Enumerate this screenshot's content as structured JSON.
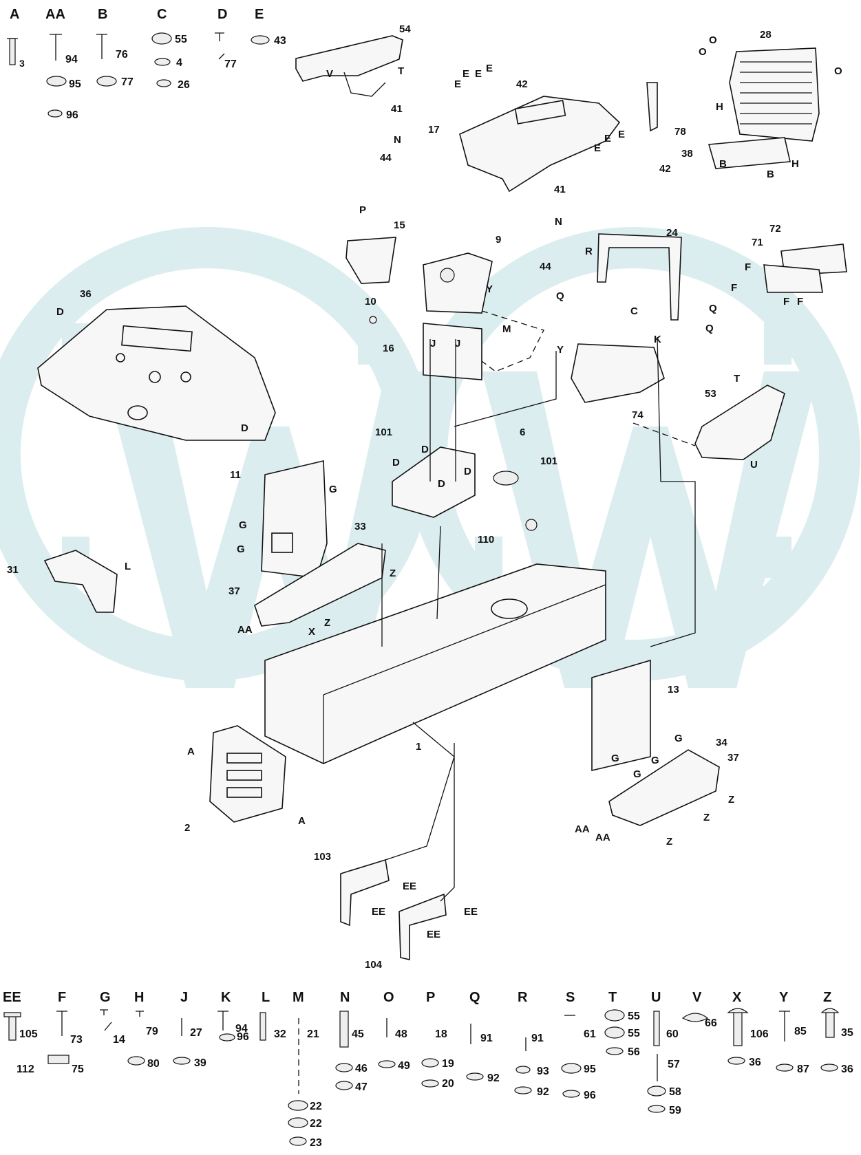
{
  "top_key": {
    "groups": [
      {
        "letter": "A",
        "parts": [
          "3"
        ]
      },
      {
        "letter": "AA",
        "parts": [
          "94",
          "95",
          "96"
        ]
      },
      {
        "letter": "B",
        "parts": [
          "76",
          "77"
        ]
      },
      {
        "letter": "C",
        "parts": [
          "55",
          "4",
          "26"
        ]
      },
      {
        "letter": "D",
        "parts": [
          "77"
        ]
      },
      {
        "letter": "E",
        "parts": [
          "43"
        ]
      }
    ]
  },
  "callouts": [
    "54",
    "V",
    "T",
    "42",
    "E",
    "E",
    "E",
    "E",
    "41",
    "17",
    "N",
    "44",
    "28",
    "O",
    "O",
    "O",
    "78",
    "H",
    "H",
    "38",
    "B",
    "B",
    "E",
    "E",
    "E",
    "42",
    "41",
    "N",
    "44",
    "P",
    "15",
    "9",
    "Y",
    "M",
    "24",
    "R",
    "Q",
    "C",
    "Q",
    "Q",
    "72",
    "71",
    "F",
    "F",
    "F",
    "F",
    "10",
    "16",
    "J",
    "J",
    "Y",
    "K",
    "36",
    "D",
    "D",
    "74",
    "53",
    "T",
    "U",
    "101",
    "D",
    "D",
    "6",
    "101",
    "D",
    "D",
    "11",
    "G",
    "G",
    "G",
    "33",
    "110",
    "31",
    "L",
    "37",
    "Z",
    "AA",
    "X",
    "Z",
    "1",
    "13",
    "G",
    "G",
    "G",
    "G",
    "34",
    "37",
    "A",
    "A",
    "2",
    "Z",
    "Z",
    "AA",
    "AA",
    "Z",
    "103",
    "EE",
    "EE",
    "EE",
    "EE",
    "104"
  ],
  "bottom_key": {
    "groups": [
      {
        "letter": "EE",
        "parts": [
          "105",
          "112"
        ]
      },
      {
        "letter": "F",
        "parts": [
          "73",
          "75"
        ]
      },
      {
        "letter": "G",
        "parts": [
          "14"
        ]
      },
      {
        "letter": "H",
        "parts": [
          "79",
          "80"
        ]
      },
      {
        "letter": "J",
        "parts": [
          "27",
          "39"
        ]
      },
      {
        "letter": "K",
        "parts": [
          "94",
          "96"
        ]
      },
      {
        "letter": "L",
        "parts": [
          "32"
        ]
      },
      {
        "letter": "M",
        "parts": [
          "21",
          "22",
          "22",
          "23"
        ]
      },
      {
        "letter": "N",
        "parts": [
          "45",
          "46",
          "47"
        ]
      },
      {
        "letter": "O",
        "parts": [
          "48",
          "49"
        ]
      },
      {
        "letter": "P",
        "parts": [
          "18",
          "19",
          "20"
        ]
      },
      {
        "letter": "Q",
        "parts": [
          "91",
          "92"
        ]
      },
      {
        "letter": "R",
        "parts": [
          "91",
          "93",
          "92"
        ]
      },
      {
        "letter": "S",
        "parts": [
          "61",
          "95",
          "96"
        ]
      },
      {
        "letter": "T",
        "parts": [
          "55",
          "55",
          "56"
        ]
      },
      {
        "letter": "U",
        "parts": [
          "60",
          "57",
          "58",
          "59"
        ]
      },
      {
        "letter": "V",
        "parts": [
          "66"
        ]
      },
      {
        "letter": "X",
        "parts": [
          "106",
          "36"
        ]
      },
      {
        "letter": "Y",
        "parts": [
          "85",
          "87"
        ]
      },
      {
        "letter": "Z",
        "parts": [
          "35",
          "36"
        ]
      }
    ]
  }
}
